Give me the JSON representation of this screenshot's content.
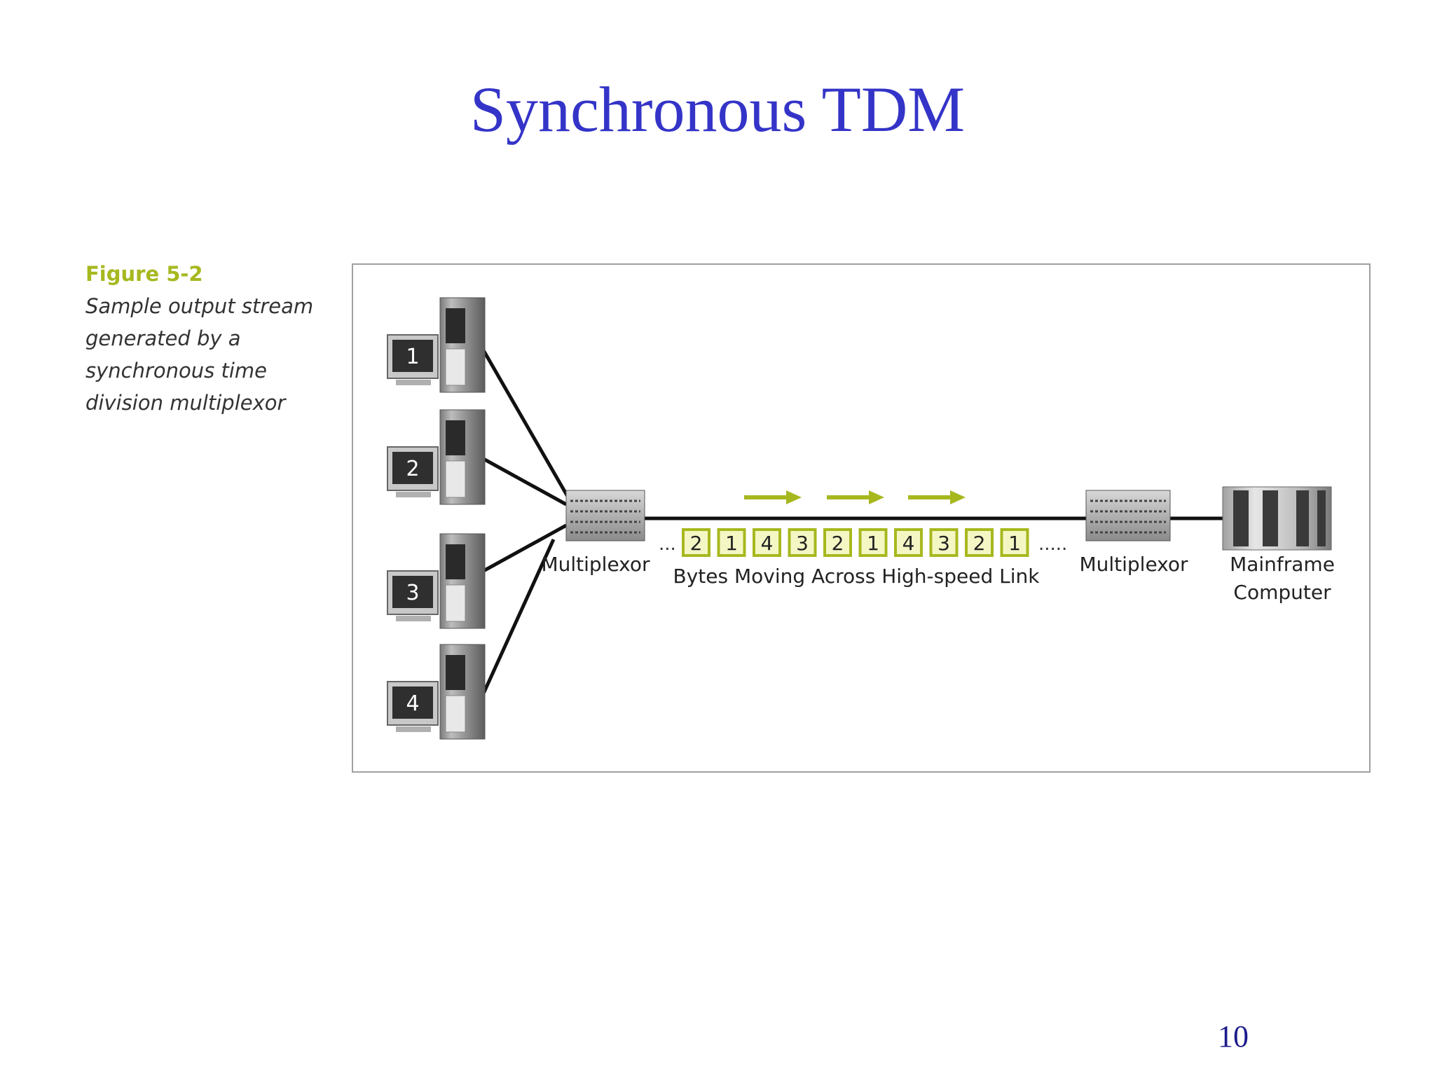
{
  "slide": {
    "title": "Synchronous TDM",
    "page_number": "10"
  },
  "caption": {
    "label": "Figure 5-2",
    "text": "Sample output stream generated by a synchronous time division multiplexor"
  },
  "diagram": {
    "terminals": [
      "1",
      "2",
      "3",
      "4"
    ],
    "left_mux_label": "Multiplexor",
    "right_mux_label": "Multiplexor",
    "mainframe_label_line1": "Mainframe",
    "mainframe_label_line2": "Computer",
    "link_label": "Bytes Moving Across High-speed Link",
    "bytes": [
      "2",
      "1",
      "4",
      "3",
      "2",
      "1",
      "4",
      "3",
      "2",
      "1"
    ],
    "leading_dots": "...",
    "trailing_dots": ".....",
    "colors": {
      "accent": "#a7b81f",
      "title": "#3434c8",
      "byte_fill": "#f4f7c4",
      "byte_border": "#a7b81f"
    }
  }
}
